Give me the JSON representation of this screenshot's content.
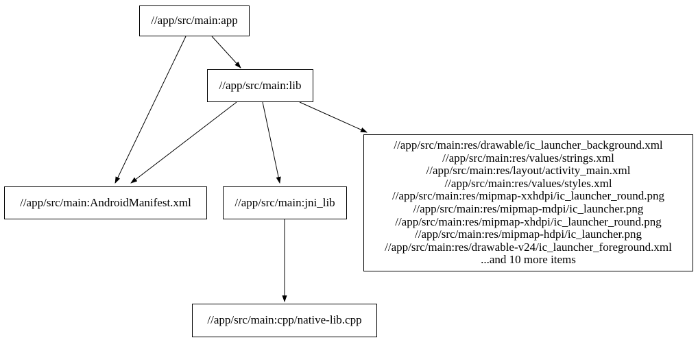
{
  "graph": {
    "title": "bazel-android-dependency-graph",
    "colors": {
      "background": "#ffffff",
      "node_fill": "#ffffff",
      "node_border": "#000000",
      "edge": "#000000",
      "text": "#000000"
    },
    "nodes": {
      "app": {
        "label": "//app/src/main:app"
      },
      "lib": {
        "label": "//app/src/main:lib"
      },
      "manifest": {
        "label": "//app/src/main:AndroidManifest.xml"
      },
      "jni_lib": {
        "label": "//app/src/main:jni_lib"
      },
      "native_lib": {
        "label": "//app/src/main:cpp/native-lib.cpp"
      },
      "res_group": {
        "lines": [
          "//app/src/main:res/drawable/ic_launcher_background.xml",
          "//app/src/main:res/values/strings.xml",
          "//app/src/main:res/layout/activity_main.xml",
          "//app/src/main:res/values/styles.xml",
          "//app/src/main:res/mipmap-xxhdpi/ic_launcher_round.png",
          "//app/src/main:res/mipmap-mdpi/ic_launcher.png",
          "//app/src/main:res/mipmap-xhdpi/ic_launcher_round.png",
          "//app/src/main:res/mipmap-hdpi/ic_launcher.png",
          "//app/src/main:res/drawable-v24/ic_launcher_foreground.xml",
          "...and 10 more items"
        ]
      }
    },
    "edges": [
      {
        "from": "app",
        "to": "manifest"
      },
      {
        "from": "app",
        "to": "lib"
      },
      {
        "from": "lib",
        "to": "manifest"
      },
      {
        "from": "lib",
        "to": "jni_lib"
      },
      {
        "from": "lib",
        "to": "res_group"
      },
      {
        "from": "jni_lib",
        "to": "native_lib"
      }
    ]
  }
}
